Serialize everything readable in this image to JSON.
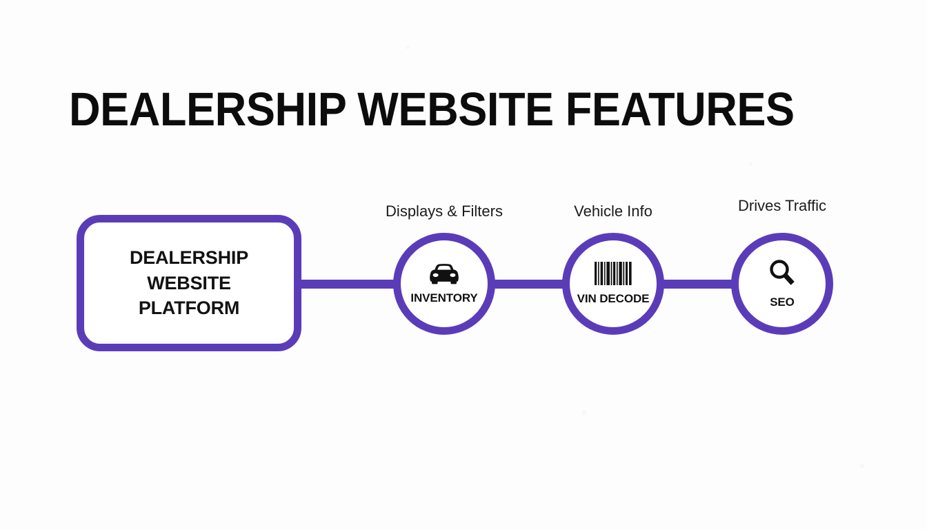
{
  "page": {
    "title": "DEALERSHIP WEBSITE FEATURES",
    "background_color": "#fdfdfe",
    "accent_color": "#5b3cb8",
    "text_color": "#121212"
  },
  "platform": {
    "label": "DEALERSHIP\nWEBSITE\nPLATFORM"
  },
  "nodes": [
    {
      "caption": "Displays & Filters",
      "label": "INVENTORY",
      "icon": "car-icon"
    },
    {
      "caption": "Vehicle Info",
      "label": "VIN DECODE",
      "icon": "barcode-icon"
    },
    {
      "caption": "Drives Traffic",
      "label": "SEO",
      "icon": "magnifier-icon"
    }
  ],
  "connectors": [
    {
      "from": "platform",
      "to": "INVENTORY"
    },
    {
      "from": "INVENTORY",
      "to": "VIN DECODE"
    },
    {
      "from": "VIN DECODE",
      "to": "SEO"
    }
  ]
}
